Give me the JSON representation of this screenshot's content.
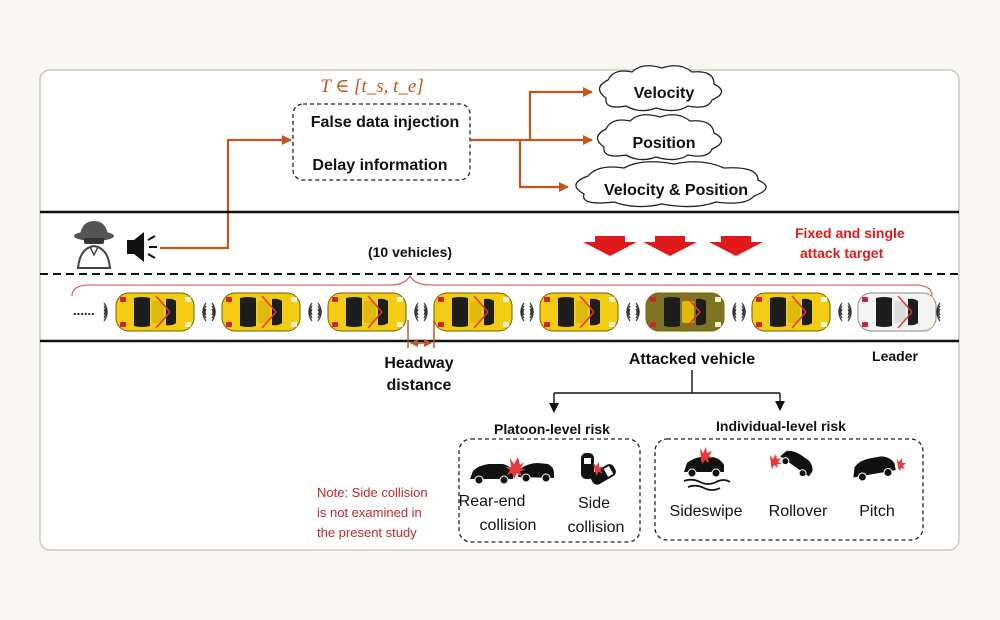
{
  "trigger_condition": "T ∈ [t_s, t_e]",
  "attack_types": [
    "False data injection",
    "Delay information"
  ],
  "attack_targets": [
    "Velocity",
    "Position",
    "Velocity & Position"
  ],
  "platoon_label": "(10 vehicles)",
  "ellipsis": "......",
  "target_note_line1": "Fixed and single",
  "target_note_line2": "attack target",
  "headway_line1": "Headway",
  "headway_line2": "distance",
  "attacked_vehicle": "Attacked vehicle",
  "leader": "Leader",
  "platoon_risk": {
    "title": "Platoon-level risk",
    "items": [
      {
        "line1": "Rear-end",
        "line2": "collision"
      },
      {
        "line1": "Side",
        "line2": "collision"
      }
    ]
  },
  "individual_risk": {
    "title": "Individual-level risk",
    "items": [
      "Sideswipe",
      "Rollover",
      "Pitch"
    ]
  },
  "note": [
    "Note: Side collision",
    "is not examined in",
    "the present study"
  ],
  "colors": {
    "arrow_orange": "#c0561b",
    "alert_red": "#e0191b",
    "note_red": "#c0282a",
    "car_yellow": "#f2cb12",
    "attacked_car": "#7d7424",
    "leader_white": "#f4f4f4"
  },
  "icons": [
    "hacker-icon",
    "speaker-icon",
    "down-arrow-icon",
    "car-icon",
    "wifi-signal-icon"
  ]
}
